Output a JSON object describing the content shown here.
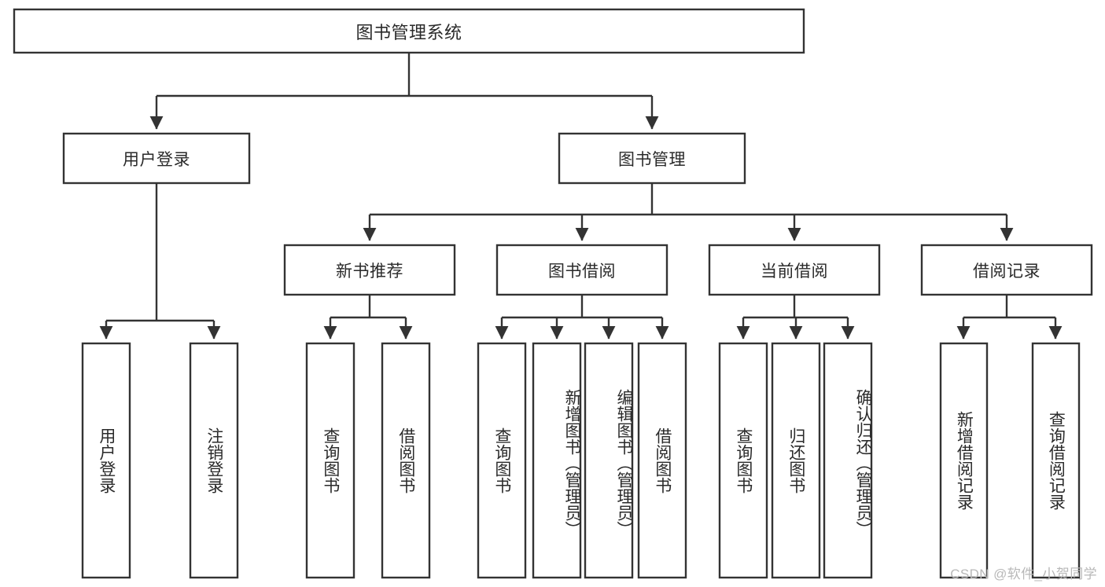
{
  "diagram": {
    "type": "hierarchy-tree",
    "title": "图书管理系统",
    "root": {
      "label": "图书管理系统"
    },
    "level2": [
      {
        "label": "用户登录"
      },
      {
        "label": "图书管理"
      }
    ],
    "level3": [
      {
        "label": "新书推荐"
      },
      {
        "label": "图书借阅"
      },
      {
        "label": "当前借阅"
      },
      {
        "label": "借阅记录"
      }
    ],
    "leaves": {
      "user_login": [
        {
          "label": "用户登录"
        },
        {
          "label": "注销登录"
        }
      ],
      "new_book_recommend": [
        {
          "label": "查询图书"
        },
        {
          "label": "借阅图书"
        }
      ],
      "book_borrow": [
        {
          "label": "查询图书"
        },
        {
          "label": "新增图书（管理员）"
        },
        {
          "label": "编辑图书（管理员）"
        },
        {
          "label": "借阅图书"
        }
      ],
      "current_borrow": [
        {
          "label": "查询图书"
        },
        {
          "label": "归还图书"
        },
        {
          "label": "确认归还（管理员）"
        }
      ],
      "borrow_record": [
        {
          "label": "新增借阅记录"
        },
        {
          "label": "查询借阅记录"
        }
      ]
    }
  },
  "watermark": {
    "text": "CSDN @软件_小贺同学"
  },
  "colors": {
    "background": "#ffffff",
    "box_fill": "#ffffff",
    "stroke": "#333333",
    "text": "#2a2a2a",
    "watermark": "#b8b8b8"
  }
}
